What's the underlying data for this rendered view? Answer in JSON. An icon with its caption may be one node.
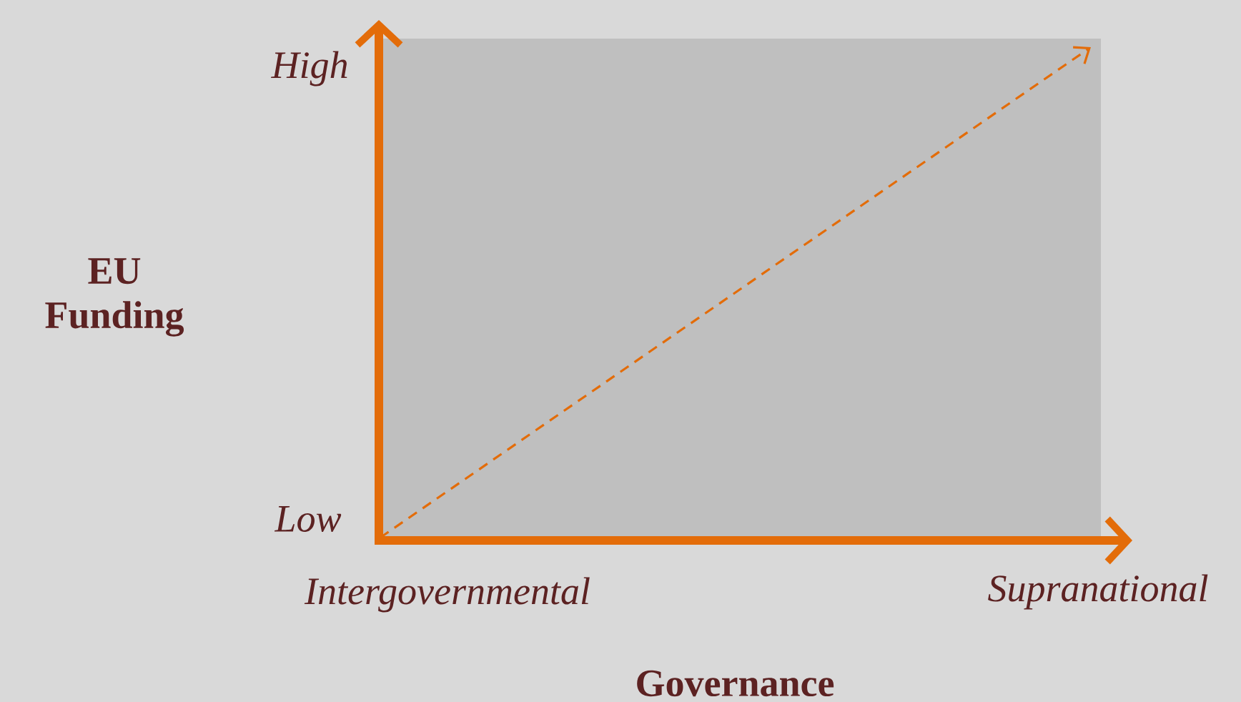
{
  "diagram": {
    "labels": [
      "High",
      "EU Funding",
      "Low",
      "Intergovernmental",
      "Supranational",
      "Governance"
    ]
  }
}
